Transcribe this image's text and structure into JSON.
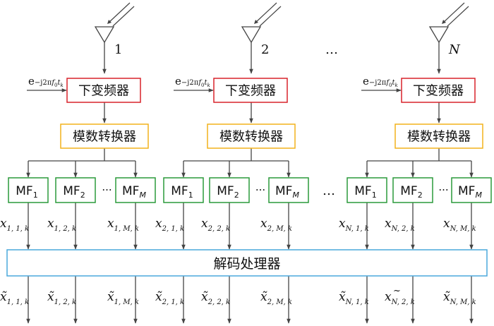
{
  "colors": {
    "downconverter": "#d8222a",
    "adc": "#f2b21c",
    "matched_filter": "#2a9a3a",
    "decoder": "#4aa8dc",
    "line": "#444444"
  },
  "antennas": [
    {
      "label": "1",
      "italic": false
    },
    {
      "label": "2",
      "italic": false
    },
    {
      "label": "N",
      "italic": true
    }
  ],
  "antenna_ellipsis": "…",
  "group_ellipsis": "…",
  "mixer_label": {
    "base": "e",
    "sup": "−j2π",
    "sup_f": "f",
    "sup_f_sub": "0",
    "sup_t": "t",
    "sup_t_sub": "k"
  },
  "downconverter_label": "下变频器",
  "adc_label": "模数转换器",
  "mf_base": "MF",
  "mf_subs": [
    "1",
    "2",
    "M"
  ],
  "mf_ellipsis": "···",
  "decoder_label": "解码处理器",
  "signal_var": "x",
  "tilde_var": "x̃",
  "output_tilde_special": "~",
  "group_indices": [
    "1",
    "2",
    "N"
  ],
  "filter_indices": [
    "1",
    "2",
    "M"
  ],
  "time_index": "k"
}
